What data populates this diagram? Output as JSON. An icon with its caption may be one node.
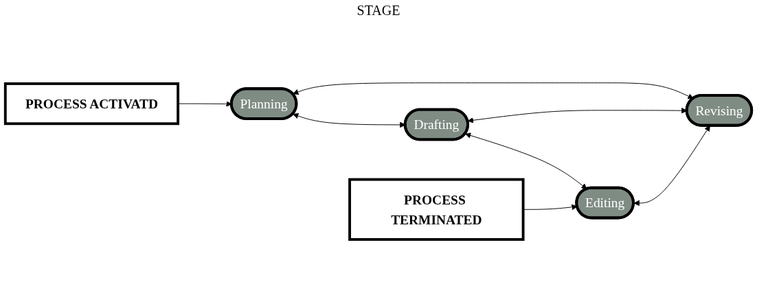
{
  "diagram": {
    "nodes": [
      {
        "text": [
          "PROCESS ACTIVATD"
        ]
      },
      {
        "text": [
          "Planning"
        ]
      },
      {
        "text": [
          "Drafting"
        ]
      },
      {
        "text": [
          "PROCESS TERMINATED"
        ]
      },
      {
        "text": [
          "Editing"
        ]
      },
      {
        "text": [
          "Revising"
        ]
      }
    ],
    "edges": [
      {
        "from": 0,
        "to": 1,
        "arrow": "to"
      },
      {
        "from": 1,
        "to": 2,
        "arrow": "both"
      },
      {
        "from": 1,
        "to": 5,
        "arrow": "both"
      },
      {
        "from": 2,
        "to": 4,
        "arrow": "both"
      },
      {
        "from": 2,
        "to": 5,
        "arrow": "both"
      },
      {
        "from": 3,
        "to": 4,
        "arrow": "to"
      },
      {
        "from": 4,
        "to": 5,
        "arrow": "both"
      }
    ],
    "labels": [
      "STAGE"
    ]
  }
}
